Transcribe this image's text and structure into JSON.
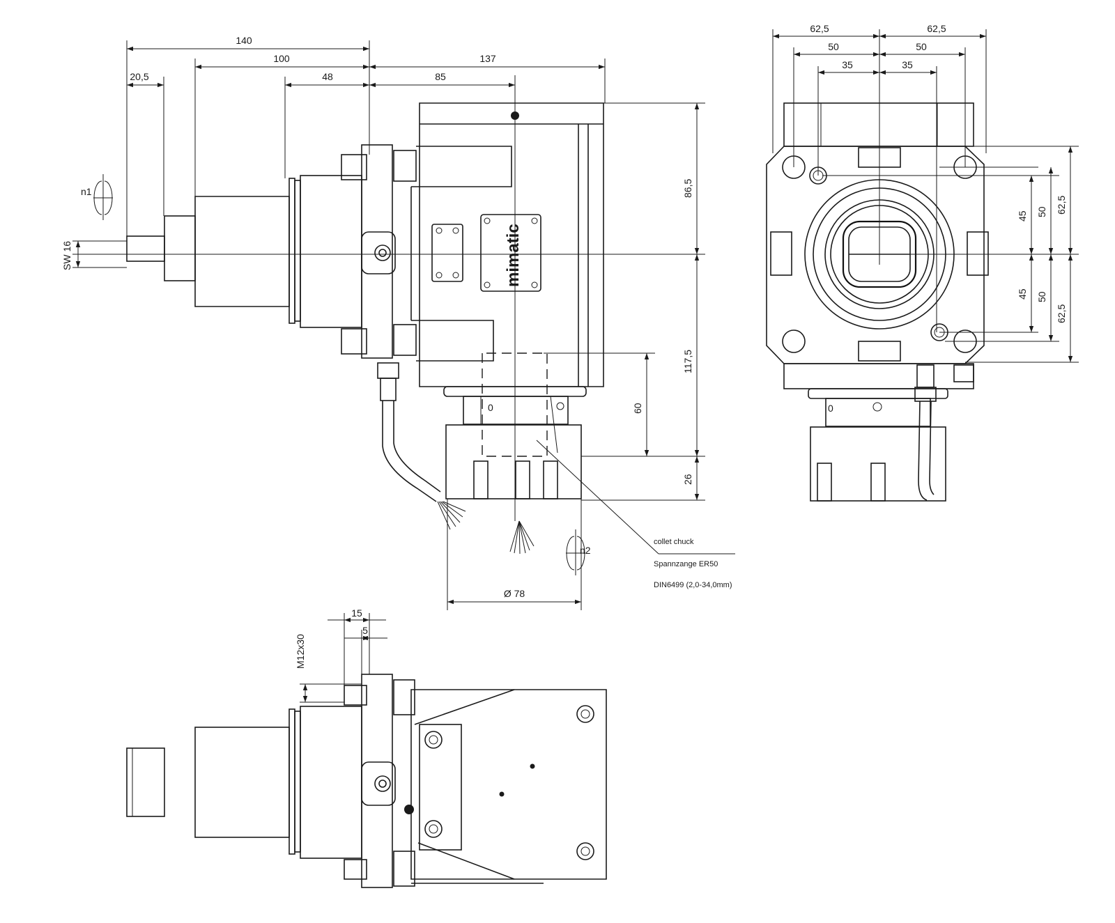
{
  "dimensions": {
    "d140": "140",
    "d100": "100",
    "d20_5": "20,5",
    "d48": "48",
    "d137": "137",
    "d85": "85",
    "d86_5": "86,5",
    "d117_5": "117,5",
    "d60": "60",
    "d26": "26",
    "sw16": "SW 16",
    "n1": "n1",
    "n2": "n2",
    "d78": "Ø 78",
    "d15": "15",
    "d5": "5",
    "m12": "M12x30",
    "r62_5_l": "62,5",
    "r62_5_r": "62,5",
    "r50_l": "50",
    "r50_r": "50",
    "r35_l": "35",
    "r35_r": "35",
    "v45_t": "45",
    "v50_t": "50",
    "v62_5_t": "62,5",
    "v45_b": "45",
    "v50_b": "50",
    "v62_5_b": "62,5"
  },
  "annotation": {
    "line1": "collet chuck",
    "line2": "Spannzange ER50",
    "line3": "DIN6499 (2,0-34,0mm)"
  },
  "brand": "mimatic",
  "colors": {
    "ink": "#1a1a1a",
    "paper": "#ffffff"
  }
}
